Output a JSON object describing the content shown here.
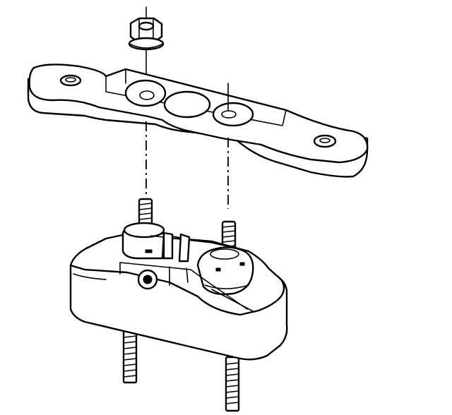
{
  "diagram": {
    "colors": {
      "ink": "#000000",
      "paper": "#ffffff"
    },
    "parts": [
      "hex-nut",
      "mount-bracket",
      "mount-stud-front",
      "mount-stud-rear",
      "engine-mount",
      "lower-stud-left",
      "lower-stud-right"
    ],
    "alignment_lines": 2
  }
}
